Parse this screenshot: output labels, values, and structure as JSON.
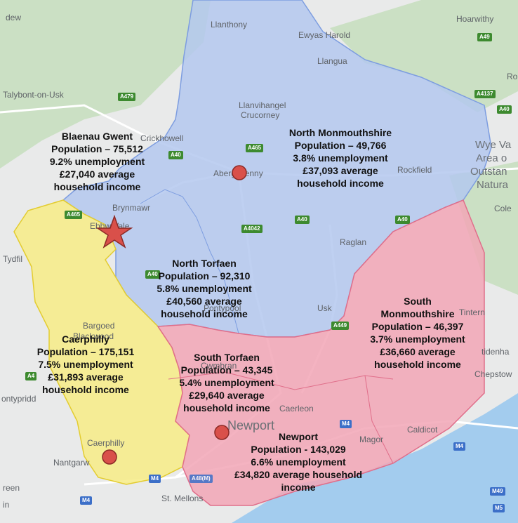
{
  "colors": {
    "water": "#a3ccee",
    "land": "#e9eaea",
    "hills": "#c8dfc0",
    "north_region": "#b4c8ee",
    "north_border": "#7d9de0",
    "south_region": "#f2a6b6",
    "south_border": "#e06e8a",
    "caerphilly_region": "#f7ec86",
    "caerphilly_border": "#e3cc30",
    "marker": "#d9504a",
    "marker_border": "#8c2a26"
  },
  "places": [
    "dew",
    "Hoarwithy",
    "Llanthony",
    "Ewyas Harold",
    "Llangua",
    "Talybont-on-Usk",
    "Llanvihangel",
    "Crucorney",
    "Crickhowell",
    "Abergavenny",
    "Rockfield",
    "Wye Va",
    "Area o",
    "Outstan",
    "Natura",
    "Cole",
    "Brynmawr",
    "Ebbw Vale",
    "Tydfil",
    "Raglan",
    "Pontypool",
    "Usk",
    "Tintern",
    "Bargoed",
    "Blackwood",
    "tidenha",
    "Cwmbran",
    "Chepstow",
    "ontypridd",
    "Caerleon",
    "Newport",
    "Magor",
    "Caldicot",
    "Caerphilly",
    "Nantgarw",
    "reen",
    "in",
    "St. Mellons",
    "Ro"
  ],
  "roads": [
    "A49",
    "A479",
    "A4137",
    "A40",
    "A465",
    "A40",
    "A40",
    "A465",
    "A4042",
    "A40",
    "A40",
    "A449",
    "A4",
    "M4",
    "M4",
    "M4",
    "A48(M)",
    "M49",
    "M5",
    "M4"
  ],
  "regions": [
    {
      "name": "Blaenau Gwent",
      "population": "Population – 75,512",
      "unemployment": "9.2% unemployment",
      "income_1": "£27,040 average",
      "income_2": "household income"
    },
    {
      "name": "North Monmouthshire",
      "population": "Population – 49,766",
      "unemployment": "3.8% unemployment",
      "income_1": "£37,093 average",
      "income_2": "household income"
    },
    {
      "name": "North Torfaen",
      "population": "Population – 92,310",
      "unemployment": "5.8% unemployment",
      "income_1": "£40,560 average",
      "income_2": "household income"
    },
    {
      "name_1": "South",
      "name_2": "Monmouthshire",
      "population": "Population – 46,397",
      "unemployment": "3.7% unemployment",
      "income_1": "£36,660 average",
      "income_2": "household income"
    },
    {
      "name": "Caerphilly",
      "population": "Population – 175,151",
      "unemployment": "7.5% unemployment",
      "income_1": "£31,893 average",
      "income_2": "household income"
    },
    {
      "name": "South Torfaen",
      "population": "Population – 43,345",
      "unemployment": "5.4% unemployment",
      "income_1": "£29,640 average",
      "income_2": "household income"
    },
    {
      "name": "Newport",
      "population": "Population - 143,029",
      "unemployment": "6.6% unemployment",
      "income_1": "£34,820 average household",
      "income_2": "income"
    }
  ],
  "markers": [
    {
      "type": "circle",
      "place": "Abergavenny"
    },
    {
      "type": "star",
      "place": "Ebbw Vale"
    },
    {
      "type": "circle",
      "place": "Newport"
    },
    {
      "type": "circle",
      "place": "Caerphilly"
    }
  ]
}
